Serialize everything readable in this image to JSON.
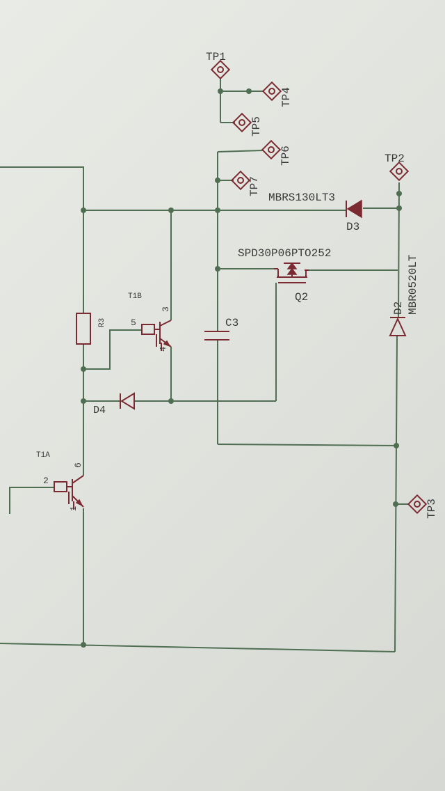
{
  "test_points": {
    "tp1": "TP1",
    "tp2": "TP2",
    "tp3": "TP3",
    "tp4": "TP4",
    "tp5": "TP5",
    "tp6": "TP6",
    "tp7": "TP7"
  },
  "components": {
    "d3_part": "MBRS130LT3",
    "d3_ref": "D3",
    "q2_part": "SPD30P06PTO252",
    "q2_ref": "Q2",
    "d2_ref": "D2",
    "d2_part": "MBR0520LT",
    "c3_ref": "C3",
    "r3_ref": "R3",
    "t1b_ref": "T1B",
    "t1a_ref": "T1A",
    "d4_ref": "D4"
  },
  "pins": {
    "t1b_base": "5",
    "t1b_collector": "3",
    "t1b_emitter": "4",
    "t1a_base": "2",
    "t1a_collector": "6",
    "t1a_emitter": "1"
  }
}
